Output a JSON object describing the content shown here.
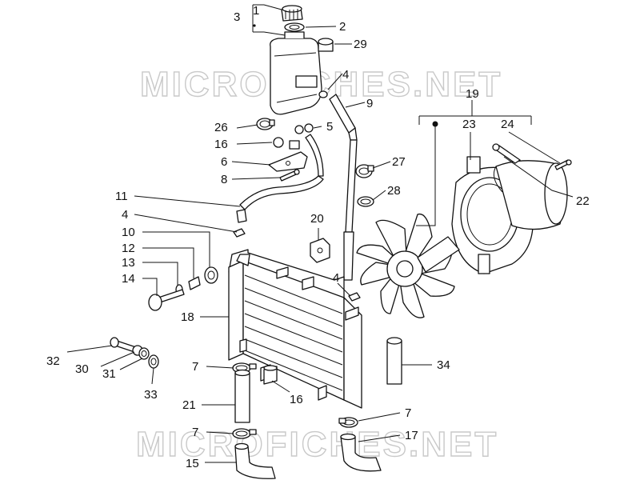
{
  "watermark": {
    "top_text": "MICROFICHES.NET",
    "bottom_text": "MICROFICHES.NET"
  },
  "callouts": {
    "c1": "1",
    "c2": "2",
    "c3": "3",
    "c29": "29",
    "c4a": "4",
    "c9": "9",
    "c26": "26",
    "c5": "5",
    "c16a": "16",
    "c6": "6",
    "c8": "8",
    "c27": "27",
    "c28": "28",
    "c19": "19",
    "c23": "23",
    "c24": "24",
    "c22": "22",
    "c11": "11",
    "c4b": "4",
    "c20": "20",
    "c10": "10",
    "c12": "12",
    "c13": "13",
    "c14": "14",
    "c4c": "4",
    "c18": "18",
    "c32": "32",
    "c30": "30",
    "c31": "31",
    "c33": "33",
    "c7a": "7",
    "c16b": "16",
    "c34": "34",
    "c21": "21",
    "c7b": "7",
    "c7c": "7",
    "c17": "17",
    "c15": "15"
  }
}
